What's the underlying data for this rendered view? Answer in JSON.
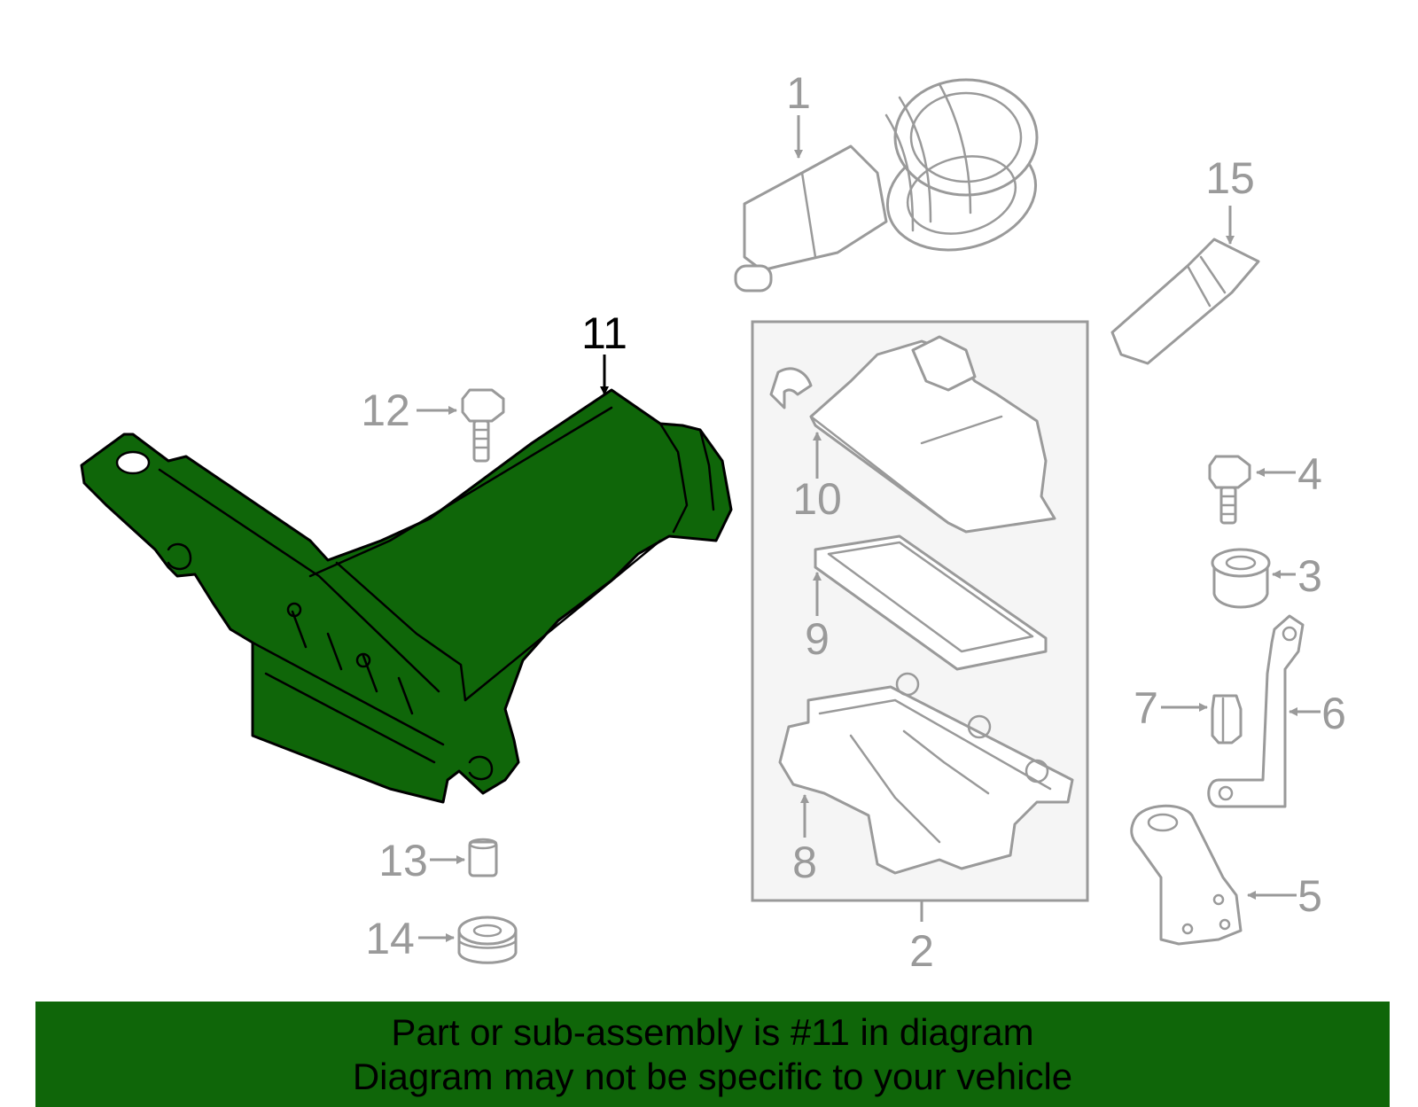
{
  "colors": {
    "highlight": "#0f6609",
    "banner": "#0f6609",
    "callout": "#9a9a9a",
    "callout_active": "#000000"
  },
  "callouts": {
    "c1": "1",
    "c2": "2",
    "c3": "3",
    "c4": "4",
    "c5": "5",
    "c6": "6",
    "c7": "7",
    "c8": "8",
    "c9": "9",
    "c10": "10",
    "c11": "11",
    "c12": "12",
    "c13": "13",
    "c14": "14",
    "c15": "15"
  },
  "banner": {
    "line1": "Part or sub-assembly is #11 in diagram",
    "line2": "Diagram may not be specific to your vehicle"
  }
}
